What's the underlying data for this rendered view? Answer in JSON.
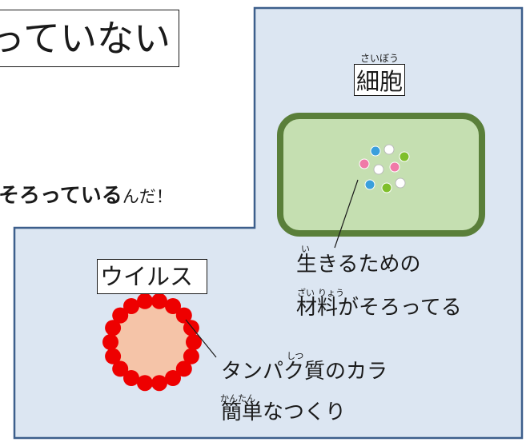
{
  "title_partial": "っていない",
  "cell": {
    "label": "細胞",
    "ruby": "さいぼう"
  },
  "left_text": {
    "bold": "そろっている",
    "tail": "んだ！"
  },
  "cell_note": {
    "line1": "生きるための",
    "line1_ruby": "い",
    "line2": "材料がそろってる",
    "line2_ruby_1": "ざい",
    "line2_ruby_2": "りょう"
  },
  "virus": {
    "label": "ウイルス"
  },
  "virus_note": {
    "line1": "タンパク質のカラ",
    "line1_ruby": "しつ",
    "line2": "簡単なつくり",
    "line2_ruby": "かんたん"
  },
  "colors": {
    "panel_fill": "#dce6f2",
    "panel_border": "#3d5f8c",
    "cell_fill": "#c5dfb1",
    "cell_border": "#5a7f3a",
    "virus_fill": "#f5c4a8",
    "spike": "#ee0000"
  }
}
